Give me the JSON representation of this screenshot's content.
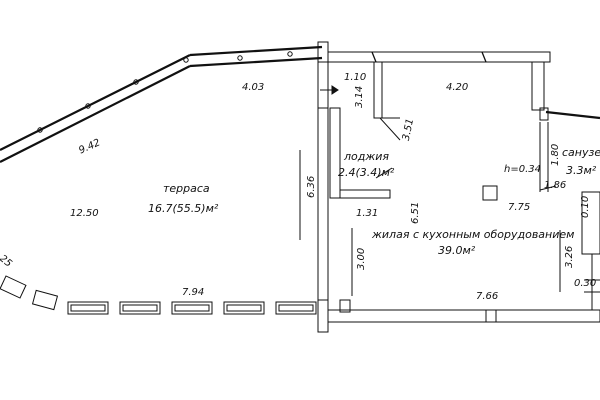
{
  "terrace": {
    "label": "терраса",
    "area": "16.7(55.5)м²",
    "dim_top": "4.03",
    "dim_diag": "9.42",
    "dim_left": "12.50",
    "dim_bottom": "7.94",
    "dim_partial": "25"
  },
  "loggia": {
    "label": "лоджия",
    "area": "2.4(3.4)м²",
    "dim_top": "1.10",
    "dim_left_vert": "3.14",
    "dim_diag": "3.51",
    "dim_bottom": "1.31"
  },
  "living": {
    "label": "жилая с кухонным оборудованием",
    "area": "39.0м²",
    "dim_top": "4.20",
    "dim_right": "7.75",
    "dim_vertical": "6.51",
    "dim_left_lower": "3.00",
    "dim_bottom": "7.66",
    "height": "h=0.34"
  },
  "bathroom": {
    "label": "санузел",
    "area": "3.3м²",
    "dim_a": "1.80",
    "dim_b": "1.86"
  },
  "misc": {
    "dim_overall_vert": "6.36",
    "dim_right_a": "0.10",
    "dim_right_b": "3.26",
    "dim_right_c": "0.30"
  }
}
